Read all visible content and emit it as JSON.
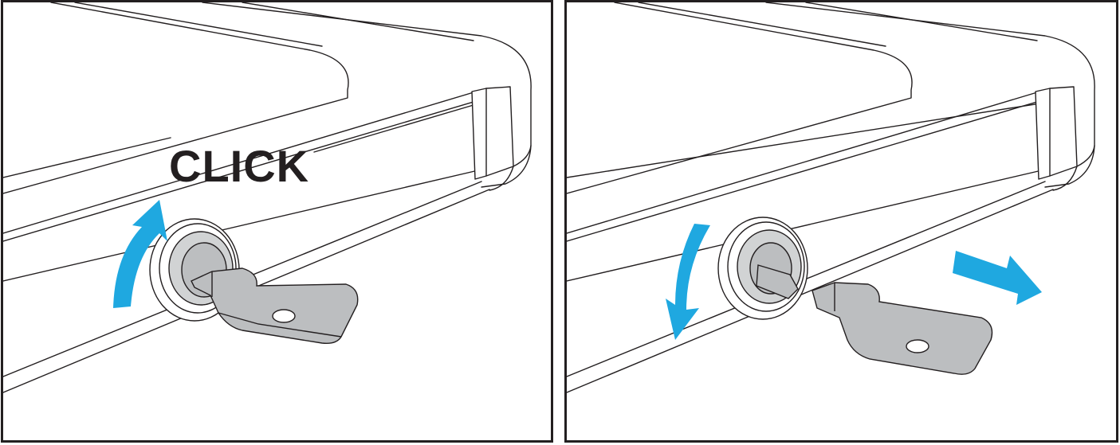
{
  "steps": [
    {
      "label": "CLICK",
      "rotation_arrow": "clockwise-up",
      "key_state": "inserted"
    },
    {
      "label": "",
      "rotation_arrow": "counterclockwise-down",
      "key_state": "removed",
      "pull_arrow": "right"
    }
  ],
  "colors": {
    "outline": "#231f20",
    "arrow": "#1fa8e0",
    "key_fill": "#bcbec0",
    "lock_fill": "#d1d3d4",
    "background": "#ffffff"
  },
  "icons": [
    "rotate-cw-arrow-icon",
    "rotate-ccw-arrow-icon",
    "pull-right-arrow-icon",
    "key-icon",
    "lock-cylinder-icon"
  ]
}
